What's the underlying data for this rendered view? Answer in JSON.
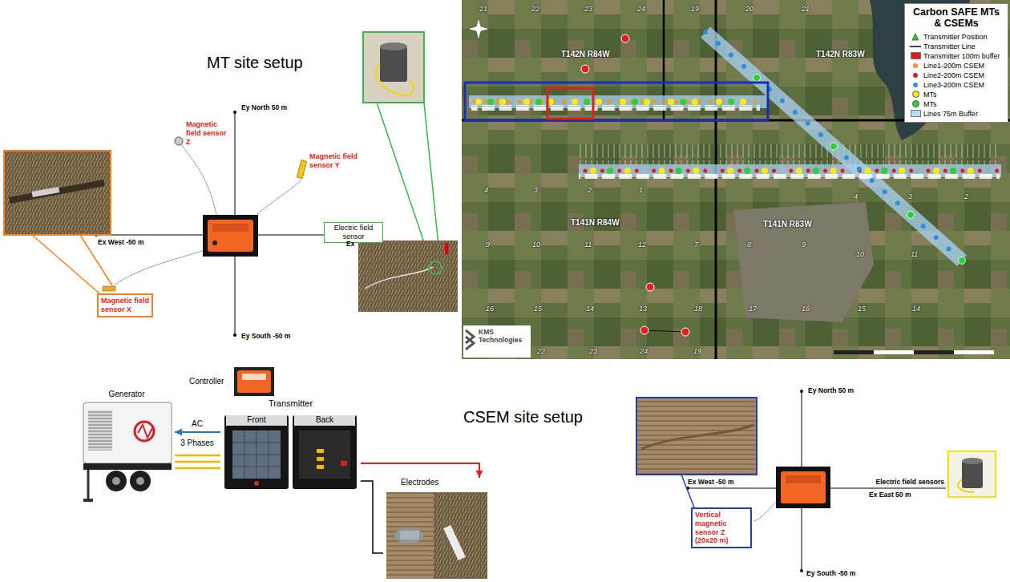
{
  "diagram": {
    "nodes": [
      {
        "text": [
          "Magnetic field sensor X"
        ]
      },
      {
        "text": [
          "Electric field sensor"
        ]
      },
      {
        "text": [
          "Controller"
        ]
      },
      {
        "text": [
          "Transmitter"
        ]
      },
      {
        "text": [
          "Front"
        ],
        "in": 3
      },
      {
        "text": [
          "Back"
        ],
        "in": 3
      },
      {
        "text": [
          "Generator"
        ]
      },
      {
        "text": [
          "Electrodes"
        ]
      },
      {
        "text": [
          "Vertical magnetic sensor Z (20x20 m)"
        ]
      }
    ],
    "edges": [
      {
        "from": 3,
        "to": 6,
        "arrow": "to",
        "label": "AC"
      },
      {
        "from": 6,
        "to": 3,
        "arrow": "none",
        "label": "3 Phases"
      },
      {
        "from": 3,
        "to": 7,
        "arrow": "to"
      },
      {
        "from": 3,
        "to": 7,
        "arrow": "none"
      }
    ],
    "labels": [
      "MT site setup",
      "Ey North 50 m",
      "Magnetic field sensor Z",
      "Magnetic field sensor Y",
      "Ex West -50 m",
      "Ex",
      "Ey South -50 m",
      "Carbon SAFE MTs & CSEMs",
      "T142N R84W",
      "T142N R83W",
      "T141N R84W",
      "T141N R83W",
      "21",
      "22",
      "23",
      "24",
      "19",
      "20",
      "21",
      "4",
      "3",
      "2",
      "1",
      "4",
      "3",
      "2",
      "9",
      "10",
      "11",
      "12",
      "7",
      "8",
      "9",
      "10",
      "11",
      "16",
      "15",
      "14",
      "13",
      "18",
      "17",
      "16",
      "15",
      "14",
      "22",
      "23",
      "24",
      "19",
      "KMS Technologies",
      "CSEM site setup",
      "Ey North 50 m",
      "Ex West -50 m",
      "Electric field sensors",
      "Ex East 50 m",
      "Ey South -50 m"
    ],
    "legend": [
      {
        "text": "Transmitter Position"
      },
      {
        "text": "Transmitter Line"
      },
      {
        "text": "Transmitter 100m buffer",
        "color": "#e3191c"
      },
      {
        "text": "Line1-200m CSEM",
        "color": "#f7941d"
      },
      {
        "text": "Line2-200m CSEM",
        "color": "#e3191c"
      },
      {
        "text": "Line3-200m CSEM",
        "color": "#2e8fe0"
      },
      {
        "text": "MTs",
        "color": "#ffe81a"
      },
      {
        "text": "MTs",
        "color": "#2fcf3a"
      },
      {
        "text": "Lines 75m Buffer",
        "color": "#b9dcf5"
      }
    ]
  }
}
